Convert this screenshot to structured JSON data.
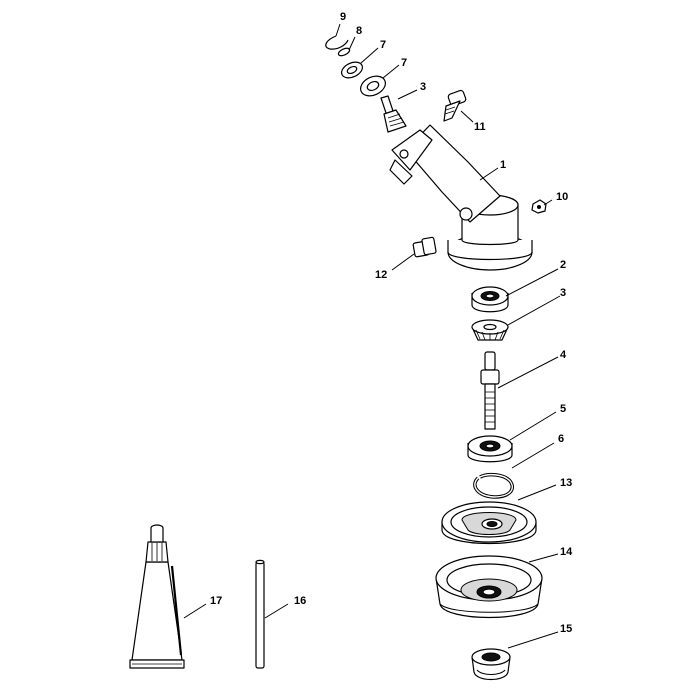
{
  "callouts": [
    {
      "key": "ring-9",
      "label": "9"
    },
    {
      "key": "washer-8",
      "label": "8"
    },
    {
      "key": "bearing-7a",
      "label": "7"
    },
    {
      "key": "bearing-7b",
      "label": "7"
    },
    {
      "key": "bevel-gear-3-top",
      "label": "3"
    },
    {
      "key": "screw-11",
      "label": "11"
    },
    {
      "key": "gear-housing-1",
      "label": "1"
    },
    {
      "key": "nut-10",
      "label": "10"
    },
    {
      "key": "plug-12",
      "label": "12"
    },
    {
      "key": "bearing-2",
      "label": "2"
    },
    {
      "key": "bevel-gear-3",
      "label": "3"
    },
    {
      "key": "shaft-4",
      "label": "4"
    },
    {
      "key": "bearing-5",
      "label": "5"
    },
    {
      "key": "circlip-6",
      "label": "6"
    },
    {
      "key": "thrust-plate-13",
      "label": "13"
    },
    {
      "key": "cup-14",
      "label": "14"
    },
    {
      "key": "nut-15",
      "label": "15"
    },
    {
      "key": "rod-16",
      "label": "16"
    },
    {
      "key": "grease-tube-17",
      "label": "17"
    }
  ]
}
